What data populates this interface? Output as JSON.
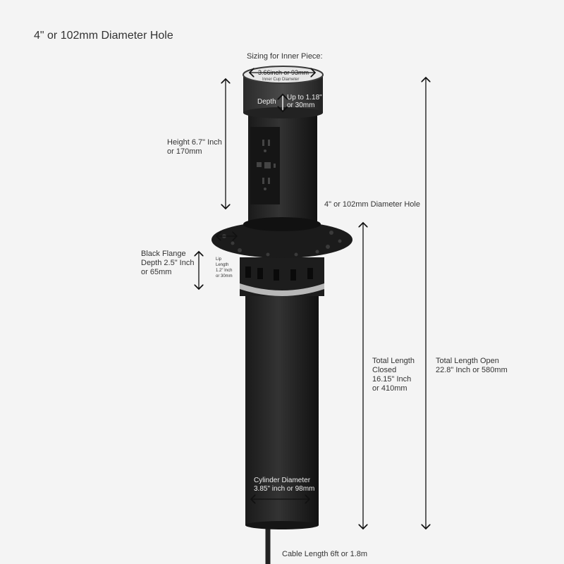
{
  "title": "4\" or 102mm Diameter Hole",
  "inner_piece": {
    "heading": "Sizing for Inner Piece:",
    "diameter": "3.66inch or 93mm",
    "diameter_label": "Inner Cup Diameter",
    "depth_label": "Depth",
    "depth_value_1": "Up to 1.18\"",
    "depth_value_2": "or 30mm"
  },
  "height": {
    "line1": "Height 6.7\" Inch",
    "line2": "or 170mm"
  },
  "hole_label": "4\" or 102mm Diameter Hole",
  "flange": {
    "line1": "Black Flange",
    "line2": "Depth 2.5\" Inch",
    "line3": "or 65mm"
  },
  "lip": {
    "line1": "Lip",
    "line2": "Length",
    "line3": "1.2\" Inch",
    "line4": "or 30mm"
  },
  "closed": {
    "line1": "Total Length",
    "line2": "Closed",
    "line3": "16.15\" Inch",
    "line4": "or 410mm"
  },
  "open": {
    "line1": "Total Length Open",
    "line2": "22.8\" Inch or 580mm"
  },
  "cylinder": {
    "line1": "Cylinder Diameter",
    "line2": "3.85\" inch or 98mm"
  },
  "cable": "Cable Length 6ft or 1.8m"
}
